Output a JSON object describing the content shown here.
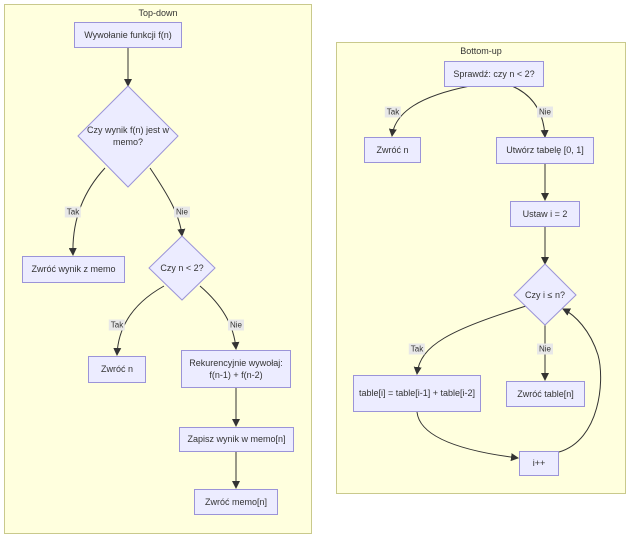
{
  "top_down": {
    "title": "Top-down",
    "call": "Wywołanie funkcji f(n)",
    "check_memo": "Czy wynik f(n) jest w memo?",
    "return_memo": "Zwróć wynik z memo",
    "check_n": "Czy n < 2?",
    "return_n": "Zwróć n",
    "recurse": "Rekurencyjnie wywołaj: f(n-1) + f(n-2)",
    "save": "Zapisz wynik w memo[n]",
    "return_final": "Zwróć memo[n]",
    "yes1": "Tak",
    "no1": "Nie",
    "yes2": "Tak",
    "no2": "Nie"
  },
  "bottom_up": {
    "title": "Bottom-up",
    "check_n": "Sprawdź: czy n < 2?",
    "return_n": "Zwróć n",
    "create_table": "Utwórz tabelę [0, 1]",
    "set_i": "Ustaw i = 2",
    "check_i": "Czy i ≤ n?",
    "compute": "table[i] = table[i-1] + table[i-2]",
    "return_table": "Zwróć table[n]",
    "increment": "i++",
    "yes1": "Tak",
    "no1": "Nie",
    "yes2": "Tak",
    "no2": "Nie"
  },
  "colors": {
    "node_fill": "#ececff",
    "node_stroke": "#9b94d8",
    "cluster_fill": "#ffffde",
    "edge": "#333333"
  }
}
